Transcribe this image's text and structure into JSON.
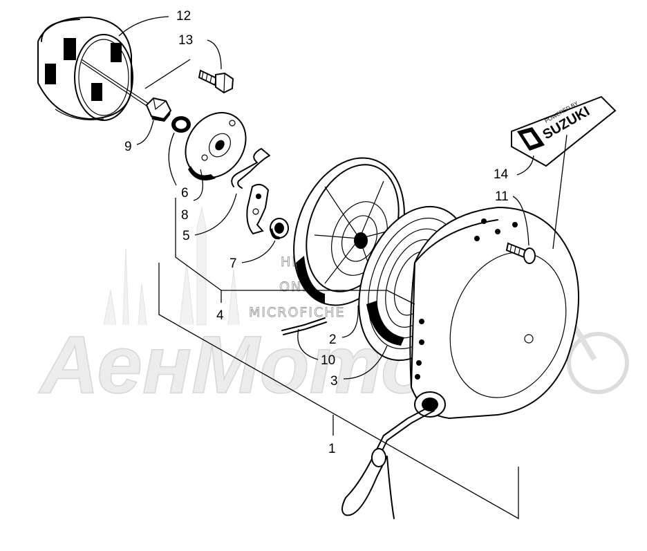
{
  "watermark": {
    "brand": "АенМото",
    "lines": [
      "HLSM'S",
      "ONLINE",
      "MICROFICHE"
    ]
  },
  "decal": {
    "top_text": "POWERED BY",
    "brand_text": "SUZUKI"
  },
  "callouts": [
    {
      "id": "12",
      "label": "12"
    },
    {
      "id": "13",
      "label": "13"
    },
    {
      "id": "9",
      "label": "9"
    },
    {
      "id": "6",
      "label": "6"
    },
    {
      "id": "8",
      "label": "8"
    },
    {
      "id": "5",
      "label": "5"
    },
    {
      "id": "7",
      "label": "7"
    },
    {
      "id": "4",
      "label": "4"
    },
    {
      "id": "14",
      "label": "14"
    },
    {
      "id": "11",
      "label": "11"
    },
    {
      "id": "2",
      "label": "2"
    },
    {
      "id": "10",
      "label": "10"
    },
    {
      "id": "3",
      "label": "3"
    },
    {
      "id": "1",
      "label": "1"
    }
  ]
}
